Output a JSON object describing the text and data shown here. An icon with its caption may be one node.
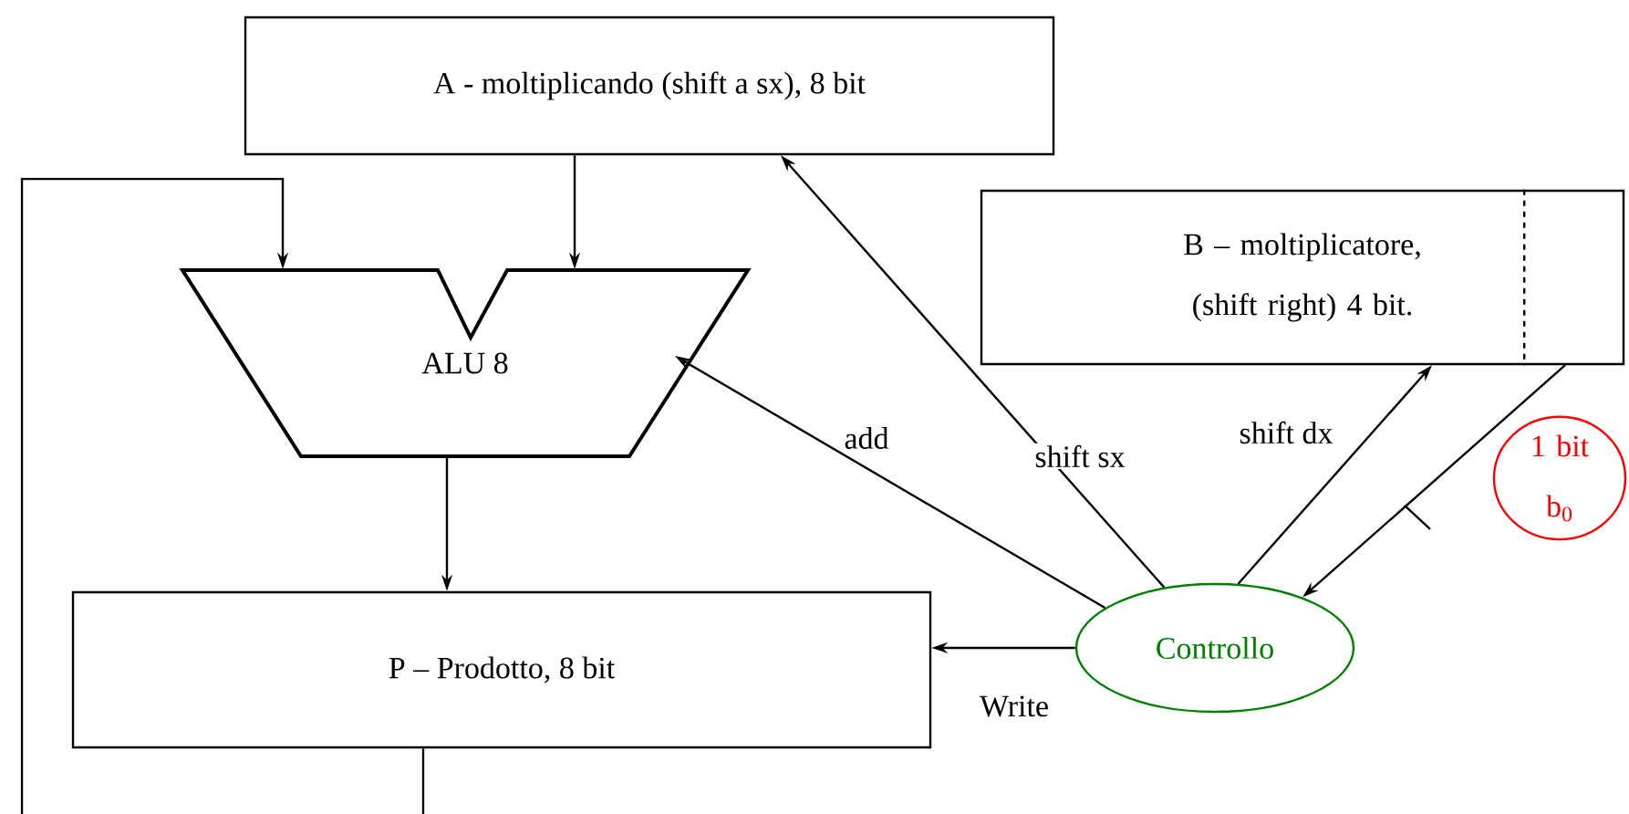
{
  "diagram": {
    "nodes": [
      {
        "text": [
          "A - moltiplicando (shift a sx), 8 bit"
        ]
      },
      {
        "text": [
          "ALU 8"
        ]
      },
      {
        "text": [
          "B – moltiplicatore, (shift right) 4 bit."
        ]
      },
      {
        "text": [
          "P – Prodotto, 8 bit"
        ]
      },
      {
        "text": [
          "Controllo"
        ]
      },
      {
        "text": [
          "1 bit b$_{0}$"
        ]
      }
    ],
    "edges": [
      {
        "from": 0,
        "to": 1,
        "arrow": "to"
      },
      {
        "from": 3,
        "to": null,
        "arrow": "none"
      },
      {
        "from": null,
        "to": 1,
        "arrow": "to"
      },
      {
        "from": 1,
        "to": 3,
        "arrow": "to"
      },
      {
        "from": 4,
        "to": 1,
        "arrow": "to",
        "label": "add"
      },
      {
        "from": 4,
        "to": 0,
        "arrow": "to",
        "label": "shift sx"
      },
      {
        "from": 4,
        "to": 2,
        "arrow": "to",
        "label": "shift dx"
      },
      {
        "from": 2,
        "to": 4,
        "arrow": "to"
      },
      {
        "from": 4,
        "to": 3,
        "arrow": "to",
        "label": "Write"
      }
    ]
  }
}
